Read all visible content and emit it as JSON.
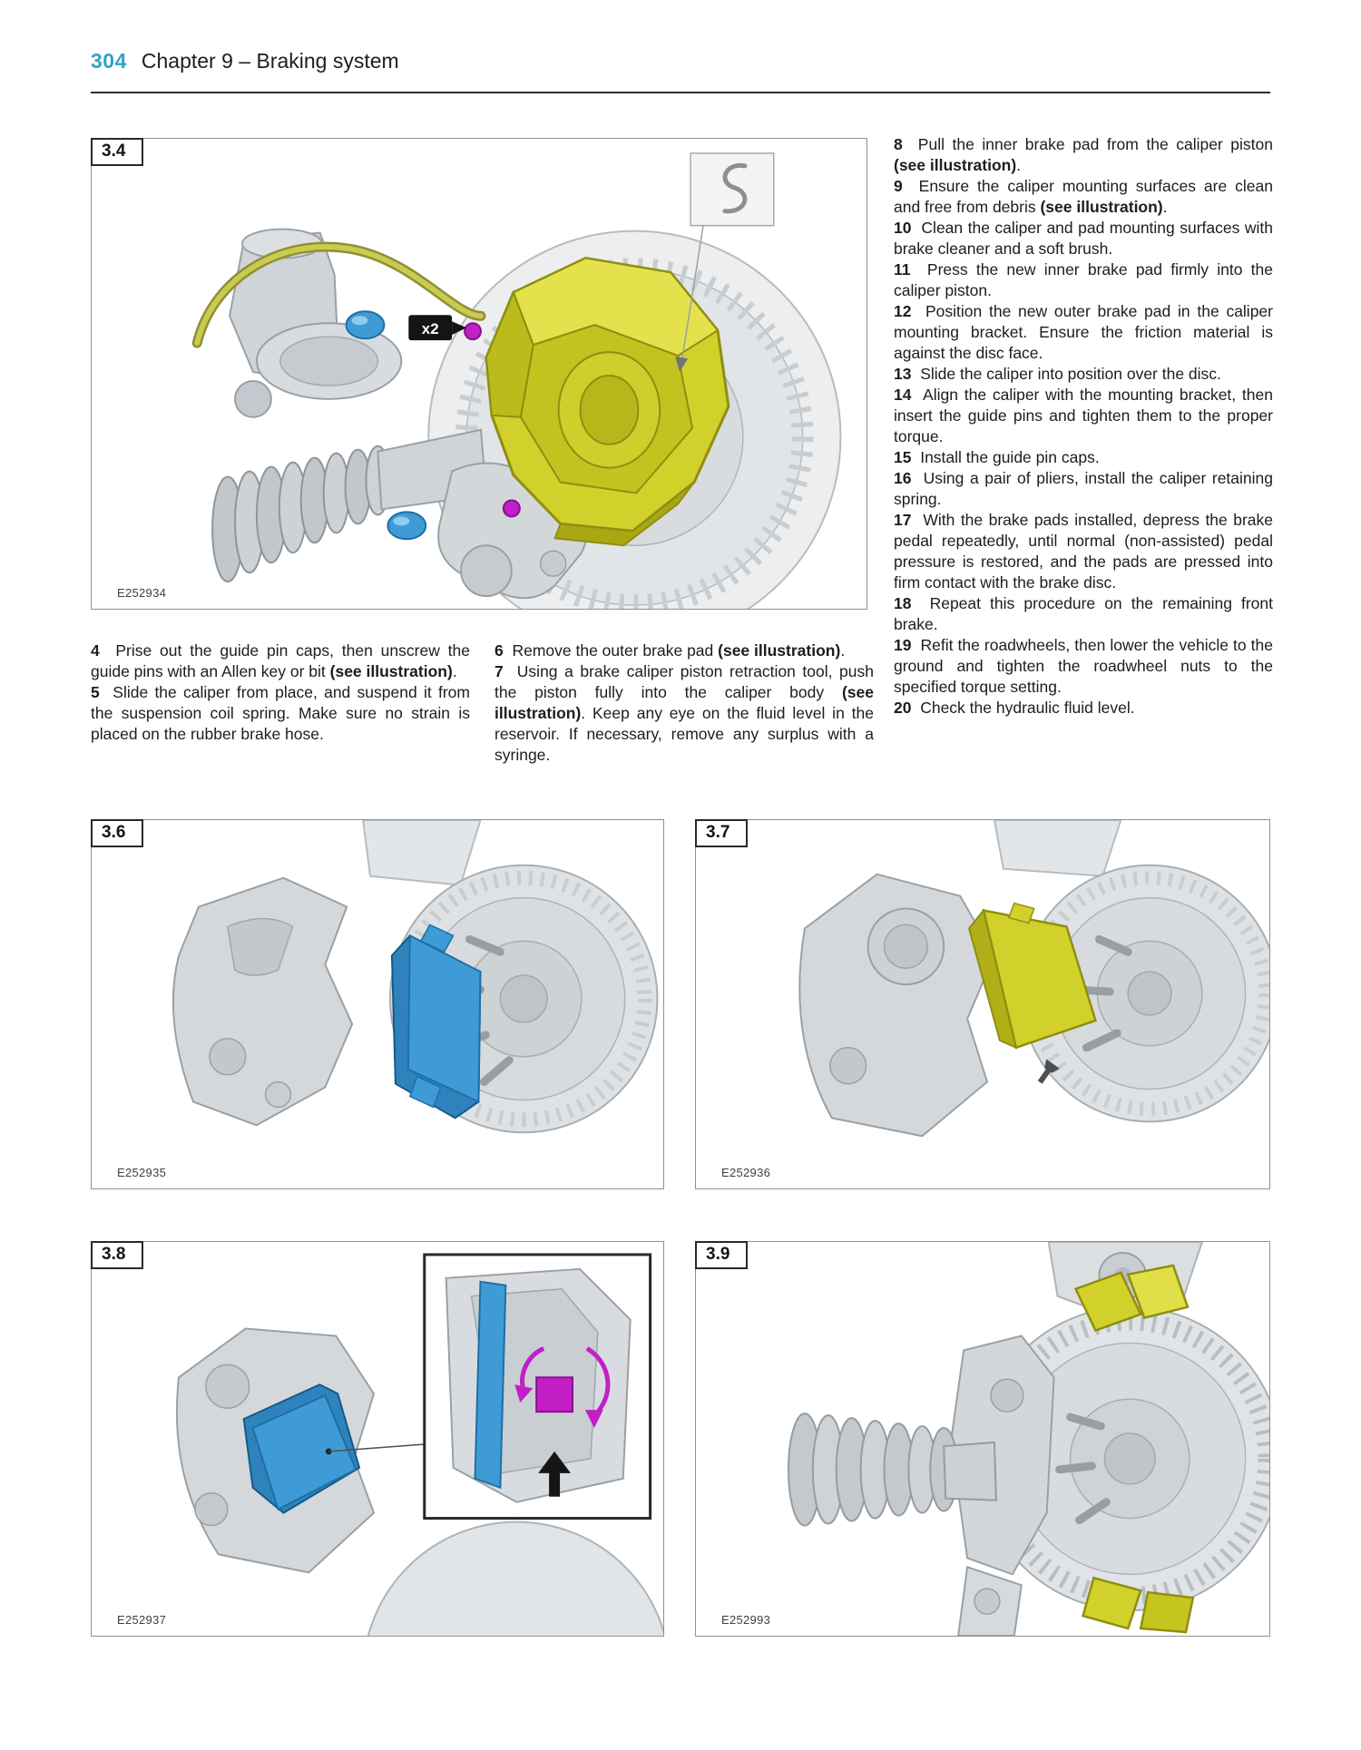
{
  "colors": {
    "page_number_teal": "#2ea3c6",
    "caliper_yellow": "#d2d12b",
    "pad_blue": "#3f9bd6",
    "highlight_magenta": "#c21fc7"
  },
  "header": {
    "page_number": "304",
    "chapter_title": "Chapter 9 – Braking system"
  },
  "figures": {
    "fig34": {
      "label": "3.4",
      "code": "E252934",
      "x2_label": "x2"
    },
    "fig36": {
      "label": "3.6",
      "code": "E252935"
    },
    "fig37": {
      "label": "3.7",
      "code": "E252936"
    },
    "fig38": {
      "label": "3.8",
      "code": "E252937"
    },
    "fig39": {
      "label": "3.9",
      "code": "E252993"
    }
  },
  "steps_left": [
    {
      "n": "4",
      "parts": [
        {
          "t": "Prise out the guide pin caps, then unscrew the guide pins with an Allen key or bit ",
          "b": false
        },
        {
          "t": "(see illustration)",
          "b": true
        },
        {
          "t": ".",
          "b": false
        }
      ]
    },
    {
      "n": "5",
      "parts": [
        {
          "t": "Slide the caliper from place, and suspend it from the suspension coil spring. Make sure no strain is placed on the rubber brake hose.",
          "b": false
        }
      ]
    }
  ],
  "steps_mid": [
    {
      "n": "6",
      "parts": [
        {
          "t": "Remove the outer brake pad ",
          "b": false
        },
        {
          "t": "(see illustration)",
          "b": true
        },
        {
          "t": ".",
          "b": false
        }
      ]
    },
    {
      "n": "7",
      "parts": [
        {
          "t": "Using a brake caliper piston retraction tool, push the piston fully into the caliper body ",
          "b": false
        },
        {
          "t": "(see illustration)",
          "b": true
        },
        {
          "t": ". Keep any eye on the fluid level in the reservoir. If necessary, remove any surplus with a syringe.",
          "b": false
        }
      ]
    }
  ],
  "steps_right": [
    {
      "n": "8",
      "parts": [
        {
          "t": "Pull the inner brake pad from the caliper piston ",
          "b": false
        },
        {
          "t": "(see illustration)",
          "b": true
        },
        {
          "t": ".",
          "b": false
        }
      ]
    },
    {
      "n": "9",
      "parts": [
        {
          "t": "Ensure the caliper mounting surfaces are clean and free from debris ",
          "b": false
        },
        {
          "t": "(see illustration)",
          "b": true
        },
        {
          "t": ".",
          "b": false
        }
      ]
    },
    {
      "n": "10",
      "parts": [
        {
          "t": "Clean the caliper and pad mounting surfaces with brake cleaner and a soft brush.",
          "b": false
        }
      ]
    },
    {
      "n": "11",
      "parts": [
        {
          "t": "Press the new inner brake pad firmly into the caliper piston.",
          "b": false
        }
      ]
    },
    {
      "n": "12",
      "parts": [
        {
          "t": "Position the new outer brake pad in the caliper mounting bracket. Ensure the friction material is against the disc face.",
          "b": false
        }
      ]
    },
    {
      "n": "13",
      "parts": [
        {
          "t": "Slide the caliper into position over the disc.",
          "b": false
        }
      ]
    },
    {
      "n": "14",
      "parts": [
        {
          "t": "Align the caliper with the mounting bracket, then insert the guide pins and tighten them to the proper torque.",
          "b": false
        }
      ]
    },
    {
      "n": "15",
      "parts": [
        {
          "t": "Install the guide pin caps.",
          "b": false
        }
      ]
    },
    {
      "n": "16",
      "parts": [
        {
          "t": "Using a pair of pliers, install the caliper retaining spring.",
          "b": false
        }
      ]
    },
    {
      "n": "17",
      "parts": [
        {
          "t": "With the brake pads installed, depress the brake pedal repeatedly, until normal (non-assisted) pedal pressure is restored, and the pads are pressed into firm contact with the brake disc.",
          "b": false
        }
      ]
    },
    {
      "n": "18",
      "parts": [
        {
          "t": "Repeat this procedure on the remaining front brake.",
          "b": false
        }
      ]
    },
    {
      "n": "19",
      "parts": [
        {
          "t": "Refit the roadwheels, then lower the vehicle to the ground and tighten the roadwheel nuts to the specified torque setting.",
          "b": false
        }
      ]
    },
    {
      "n": "20",
      "parts": [
        {
          "t": "Check the hydraulic fluid level.",
          "b": false
        }
      ]
    }
  ]
}
